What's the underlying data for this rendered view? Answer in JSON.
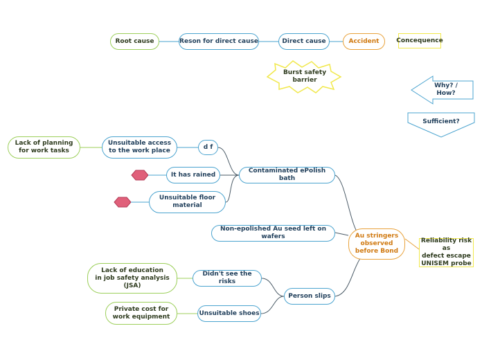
{
  "legend": {
    "root_cause": "Root cause",
    "reason": "Reson for direct cause",
    "direct_cause": "Direct cause",
    "accident": "Accident",
    "consequence": "Concequence",
    "burst": "Burst safety barrier",
    "why_how": "Why? / How?",
    "sufficient": "Sufficient?"
  },
  "main": {
    "accident": "Au stringers\nobserved\nbefore Bond",
    "consequence": "Reliability risk as\ndefect escape\nUNISEM probe",
    "direct_causes": {
      "bath": "Contaminated ePolish bath",
      "seed": "Non-epolished Au seed left on wafers",
      "slips": "Person slips"
    },
    "reasons": {
      "df": "d f",
      "rained": "It has rained",
      "floor": "Unsuitable floor\nmaterial",
      "access": "Unsuitable access\nto the work place",
      "risks": "Didn't see the risks",
      "shoes": "Unsuitable shoes"
    },
    "root_causes": {
      "planning": "Lack of planning\nfor work tasks",
      "education": "Lack of education\nin job safety analysis\n(JSA)",
      "cost": "Private cost for\nwork equipment"
    }
  },
  "colors": {
    "blue": "#4aa3cf",
    "green": "#9ccf5a",
    "orange": "#e8a13a",
    "yellow": "#f1e84a",
    "barrier": "#e0607a"
  }
}
